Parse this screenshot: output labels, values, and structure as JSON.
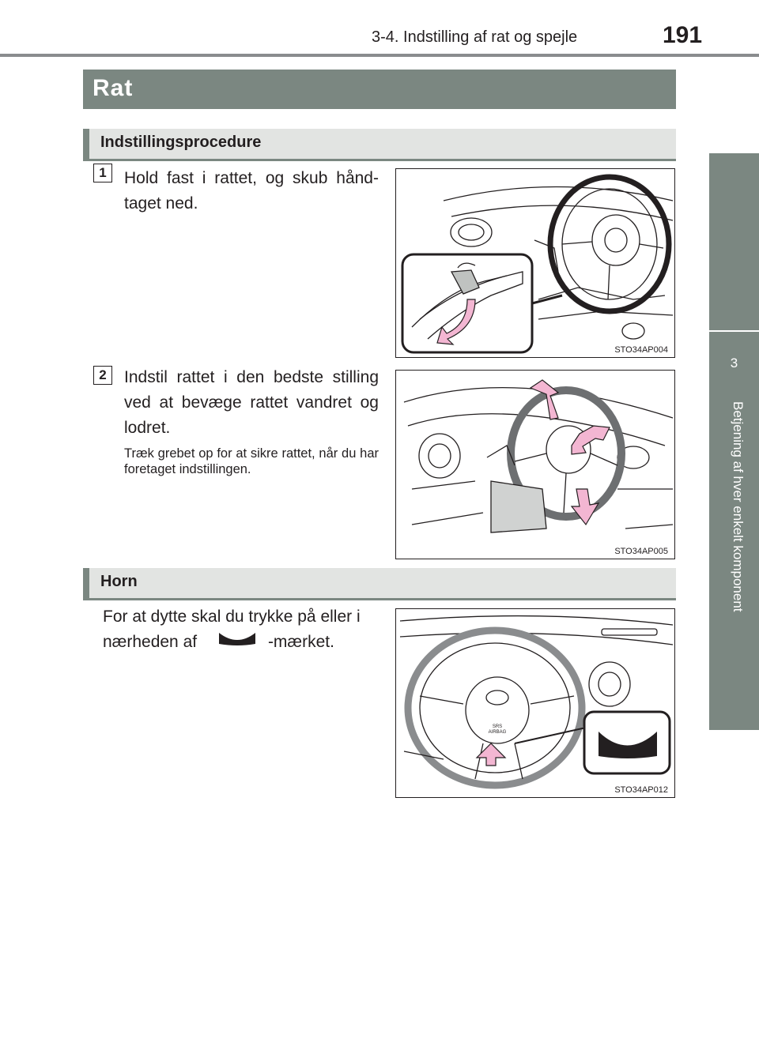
{
  "header": {
    "section": "3-4. Indstilling af rat og spejle",
    "page_number": "191"
  },
  "side_tab": {
    "chapter": "3",
    "label": "Betjening af hver enkelt komponent"
  },
  "title": "Rat",
  "adjust": {
    "heading": "Indstillingsprocedure",
    "steps": [
      {
        "num": "1",
        "text": "Hold fast i rattet, og skub hånd­taget ned.",
        "figure_code": "STO34AP004"
      },
      {
        "num": "2",
        "text": "Indstil rattet i den bedste stilling ved at bevæge rattet vandret og lodret.",
        "note": "Træk grebet op for at sikre rattet, når du har foretaget indstillingen.",
        "figure_code": "STO34AP005"
      }
    ]
  },
  "horn": {
    "heading": "Horn",
    "text_before": "For at dytte skal du trykke på eller i nærheden af",
    "text_after": "-mærket.",
    "figure_code": "STO34AP012",
    "airbag_label_1": "SRS",
    "airbag_label_2": "AIRBAG"
  },
  "colors": {
    "tab_gray": "#7b8781",
    "subhead_bg": "#e2e4e2",
    "arrow_pink": "#f3b6d2"
  },
  "icons": [
    "horn-icon",
    "arrow-down-icon",
    "double-arrow-icon"
  ]
}
